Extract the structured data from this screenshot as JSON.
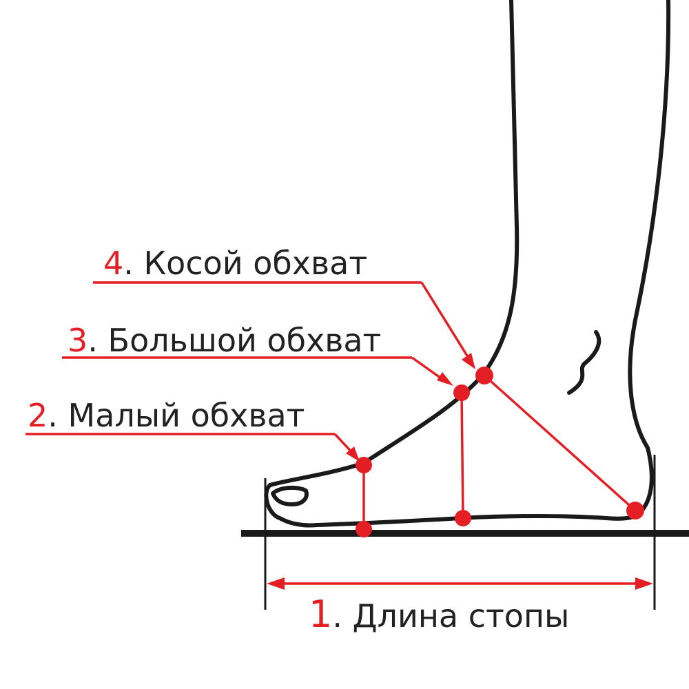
{
  "colors": {
    "accent": "#e31e24",
    "outline": "#1a1a1a",
    "text": "#222222"
  },
  "labels": {
    "obliq": {
      "num": "4",
      "text": ". Косой обхват"
    },
    "big": {
      "num": "3",
      "text": ". Большой обхват"
    },
    "small": {
      "num": "2",
      "text": ". Малый обхват"
    },
    "length": {
      "num": "1",
      "text": ". Длина стопы"
    }
  }
}
